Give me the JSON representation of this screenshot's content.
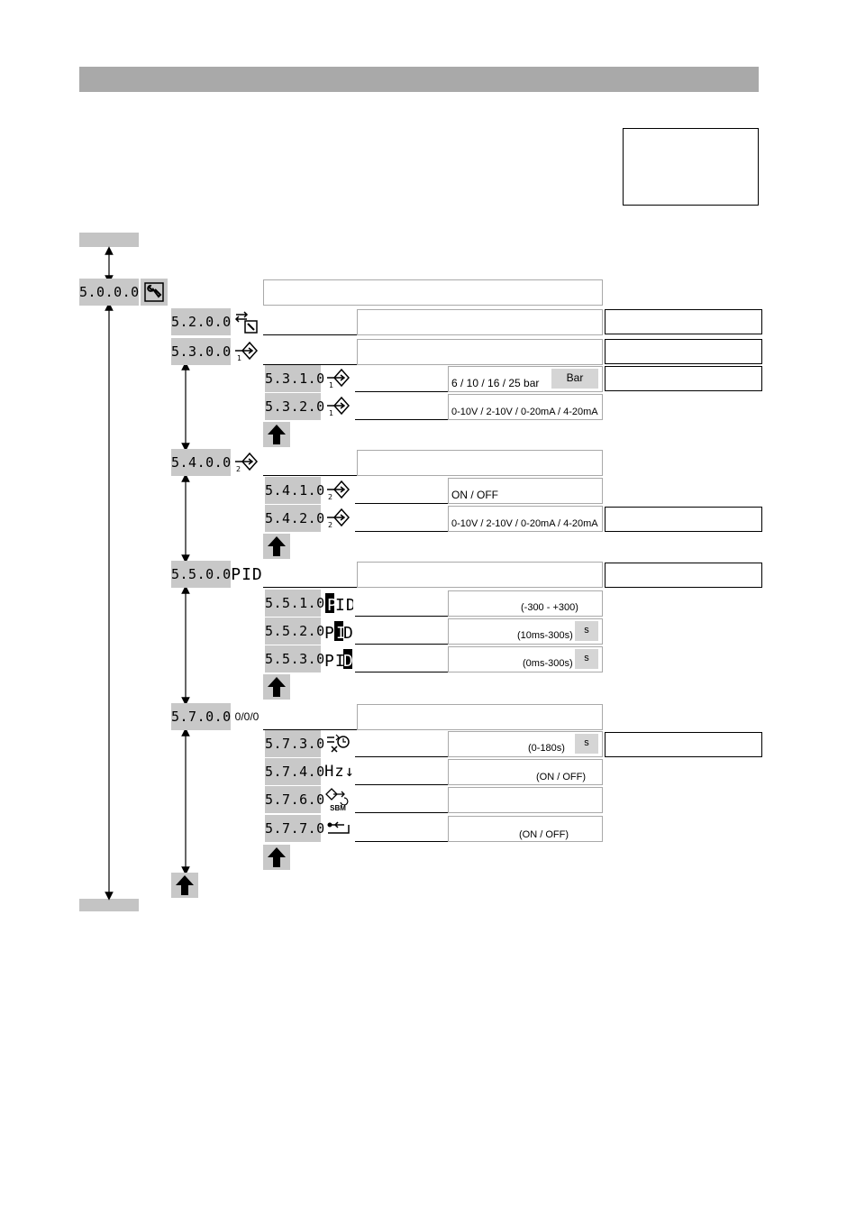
{
  "header": {
    "bar_color": "#a9a9a9"
  },
  "menu": {
    "root": {
      "code": "5.0.0.0",
      "icon": "wrench-icon"
    },
    "items": [
      {
        "code": "5.2.0.0",
        "icon": "setup-icon"
      },
      {
        "code": "5.3.0.0",
        "icon": "sensor-input-1-icon"
      },
      {
        "code": "5.3.1.0",
        "icon": "sensor-input-1-icon",
        "value": "6 / 10 / 16 / 25 bar",
        "unit": "Bar"
      },
      {
        "code": "5.3.2.0",
        "icon": "sensor-input-1-icon",
        "value": "0-10V / 2-10V / 0-20mA / 4-20mA"
      },
      {
        "code": "5.4.0.0",
        "icon": "sensor-input-2-icon"
      },
      {
        "code": "5.4.1.0",
        "icon": "sensor-input-2-icon",
        "value": "ON / OFF"
      },
      {
        "code": "5.4.2.0",
        "icon": "sensor-input-2-icon",
        "value": "0-10V / 2-10V / 0-20mA / 4-20mA"
      },
      {
        "code": "5.5.0.0",
        "icon_text": "PID"
      },
      {
        "code": "5.5.1.0",
        "icon_text": "PID",
        "value": "(-300 - +300)"
      },
      {
        "code": "5.5.2.0",
        "icon_text": "PID",
        "value": "(10ms-300s)",
        "unit": "s"
      },
      {
        "code": "5.5.3.0",
        "icon_text": "PID",
        "value": "(0ms-300s)",
        "unit": "s"
      },
      {
        "code": "5.7.0.0",
        "icon_text": "0/0/0"
      },
      {
        "code": "5.7.3.0",
        "icon": "delay-timer-icon",
        "value": "(0-180s)",
        "unit": "s"
      },
      {
        "code": "5.7.4.0",
        "icon_text": "Hz↓",
        "value": "(ON / OFF)"
      },
      {
        "code": "5.7.6.0",
        "icon": "sbm-icon",
        "icon_label": "SBM"
      },
      {
        "code": "5.7.7.0",
        "icon": "factory-reset-icon",
        "value": "(ON / OFF)"
      }
    ]
  }
}
